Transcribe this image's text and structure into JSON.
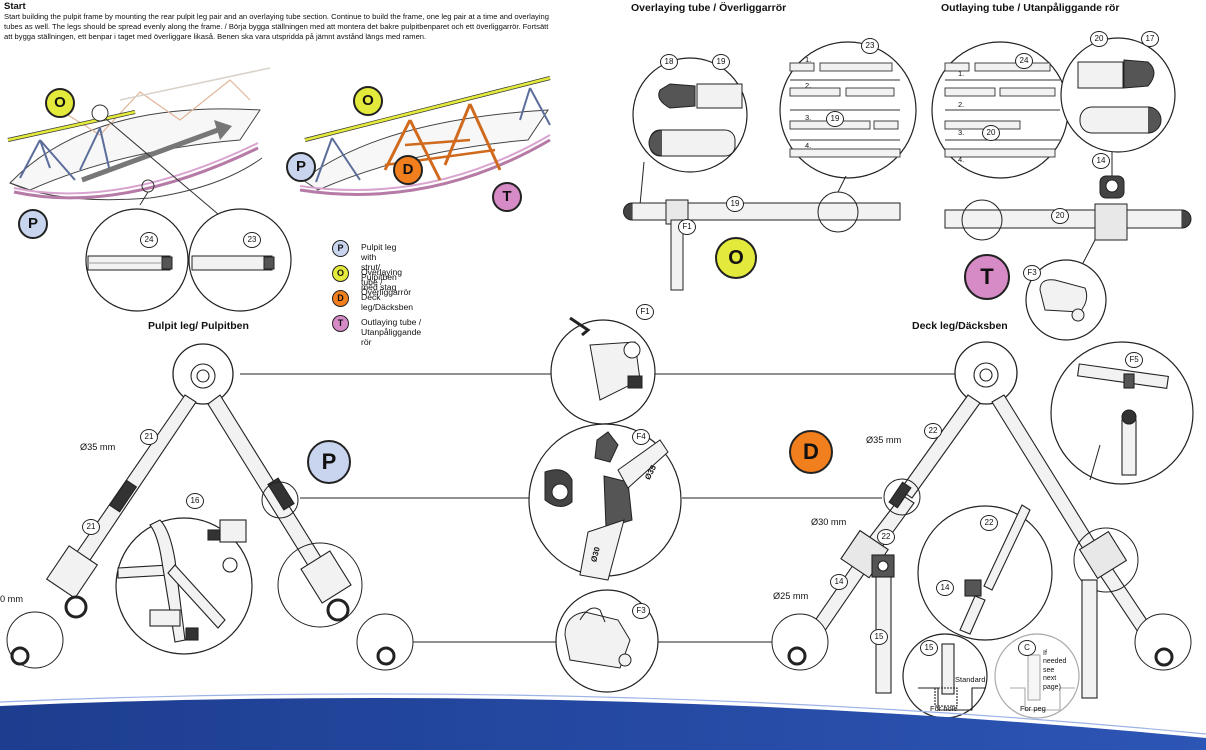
{
  "start": {
    "title": "Start",
    "body": "Start building the pulpit frame by mounting the rear pulpit leg pair and an overlaying tube section. Continue to build the frame, one leg pair at a time and overlaying tubes as well. The legs should be spread evenly along the frame. / Börja bygga ställningen med att montera det bakre pulpitbenparet och ett överliggarrör. Fortsätt att bygga ställningen, ett benpar i taget med överliggare likaså. Benen ska vara utspridda på jämnt avstånd längs med ramen."
  },
  "sections": {
    "overlaying": "Overlaying tube / Överliggarrör",
    "outlaying": "Outlaying tube / Utanpåliggande rör",
    "pulpit_leg": "Pulpit leg/ Pulpitben",
    "deck_leg": "Deck leg/Däcksben"
  },
  "legend": [
    {
      "key": "P",
      "label": "Pulpit leg with strut/ Pulpitben med stag",
      "color": "#c9d4ef"
    },
    {
      "key": "O",
      "label": "Overlaying tube / Överliggarrör",
      "color": "#e4ea3c"
    },
    {
      "key": "D",
      "label": "Deck leg/Däcksben",
      "color": "#f27f1e"
    },
    {
      "key": "T",
      "label": "Outlaying tube / Utanpåliggande rör",
      "color": "#d78bc6"
    }
  ],
  "badges": {
    "P": "P",
    "O": "O",
    "D": "D",
    "T": "T"
  },
  "callouts": {
    "n14": "14",
    "n15": "15",
    "n16": "16",
    "n17": "17",
    "n18": "18",
    "n19": "19",
    "n20": "20",
    "n21": "21",
    "n22": "22",
    "n23": "23",
    "n24": "24",
    "F1": "F1",
    "F3": "F3",
    "F4": "F4",
    "F5": "F5",
    "C": "C"
  },
  "steps": {
    "s1": "1.",
    "s2": "2.",
    "s3": "3.",
    "s4": "4."
  },
  "dimensions": {
    "d35": "Ø35 mm",
    "d30": "Ø30 mm",
    "d25": "Ø25 mm",
    "d_cut": "0 mm",
    "f4_35": "Ø35",
    "f4_30": "Ø30"
  },
  "notes": {
    "standard": "Standard",
    "for_hole": "For hole",
    "for_peg": "For peg",
    "if_needed": [
      "If",
      "needed",
      "see",
      "next",
      "page)"
    ]
  },
  "colors": {
    "accent_blue": "#1d3d8f",
    "overlay": "#e4ea3c",
    "deck": "#f27f1e",
    "outlay": "#d78bc6",
    "pulpit": "#c9d4ef"
  }
}
